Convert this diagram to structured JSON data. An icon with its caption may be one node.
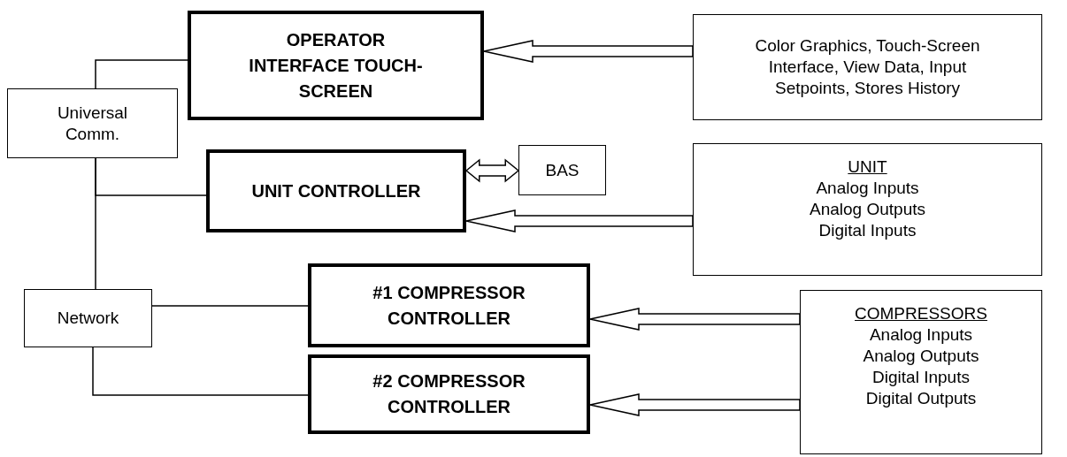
{
  "diagram": {
    "nodes": [
      {
        "text": [
          "OPERATOR INTERFACE TOUCH-SCREEN"
        ]
      },
      {
        "text": [
          "Color Graphics, Touch-Screen Interface, View Data, Input Setpoints, Stores History"
        ]
      },
      {
        "text": [
          "Universal Comm."
        ]
      },
      {
        "text": [
          "UNIT CONTROLLER"
        ]
      },
      {
        "text": [
          "BAS"
        ]
      },
      {
        "text": [
          "UNIT",
          "Analog Inputs",
          "Analog Outputs",
          "Digital Inputs"
        ]
      },
      {
        "text": [
          "Network"
        ]
      },
      {
        "text": [
          "#1 COMPRESSOR CONTROLLER"
        ]
      },
      {
        "text": [
          "COMPRESSORS",
          "Analog Inputs",
          "Analog Outputs",
          "Digital Inputs",
          "Digital Outputs"
        ]
      },
      {
        "text": [
          "#2 COMPRESSOR CONTROLLER"
        ]
      }
    ],
    "edges": [
      {
        "from": 2,
        "to": 0,
        "arrow": "none"
      },
      {
        "from": 2,
        "to": 3,
        "arrow": "none"
      },
      {
        "from": 2,
        "to": 6,
        "arrow": "none"
      },
      {
        "from": 6,
        "to": 7,
        "arrow": "none"
      },
      {
        "from": 6,
        "to": 9,
        "arrow": "none"
      },
      {
        "from": 1,
        "to": 0,
        "arrow": "to",
        "style": "thick"
      },
      {
        "from": 3,
        "to": 4,
        "arrow": "both",
        "style": "thick"
      },
      {
        "from": 5,
        "to": 3,
        "arrow": "to",
        "style": "thick"
      },
      {
        "from": 8,
        "to": 7,
        "arrow": "to",
        "style": "thick"
      },
      {
        "from": 8,
        "to": 9,
        "arrow": "to",
        "style": "thick"
      }
    ]
  }
}
